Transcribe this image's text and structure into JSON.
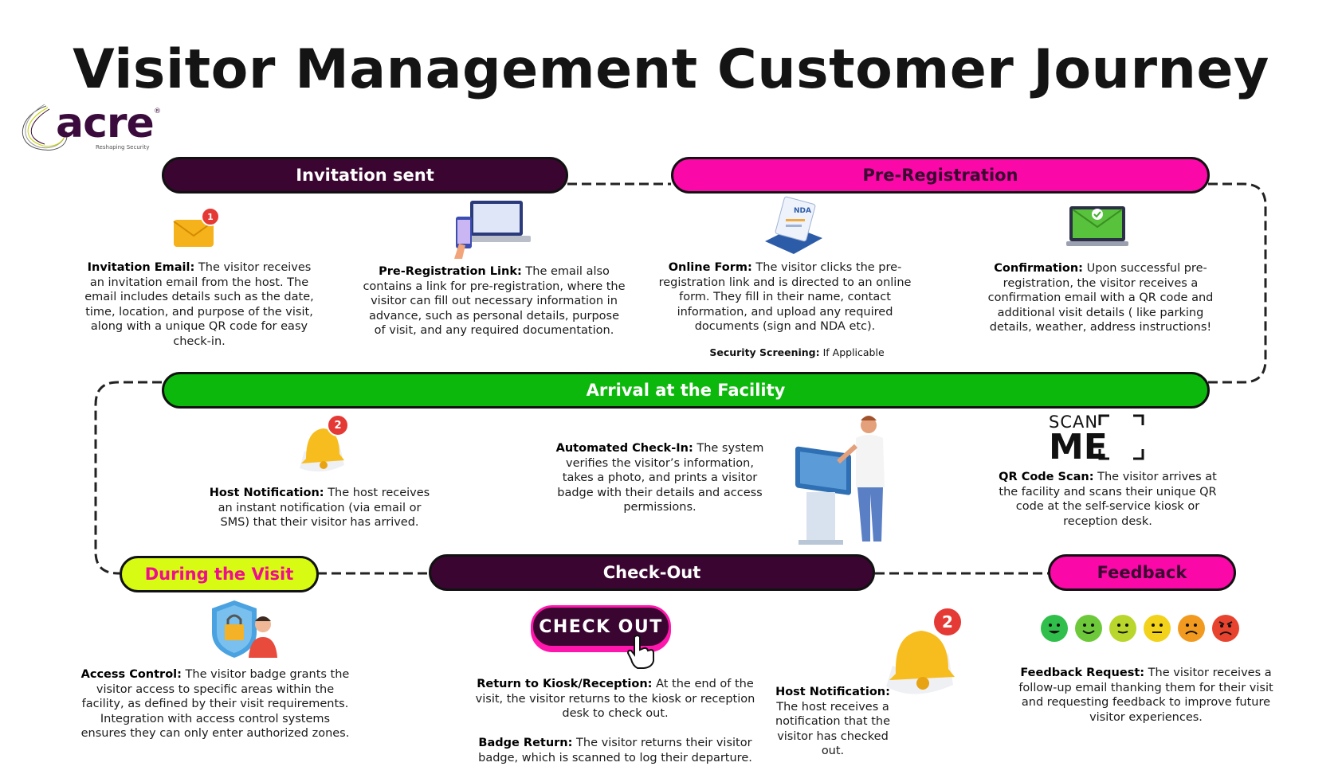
{
  "title": "Visitor Management Customer Journey",
  "logo": {
    "word": "acre",
    "tagline": "Reshaping Security",
    "reg": "®"
  },
  "stages": {
    "invitation": "Invitation sent",
    "preregistration": "Pre-Registration",
    "arrival": "Arrival at the Facility",
    "during": "During the Visit",
    "checkout": "Check-Out",
    "feedback": "Feedback"
  },
  "steps": {
    "invitation_email": {
      "label": "Invitation Email:",
      "text": " The visitor receives an invitation email from the host. The email includes details such as the date, time, location, and purpose of the visit, along with a unique QR code for easy check-in."
    },
    "prereg_link": {
      "label": "Pre-Registration Link:",
      "text": " The email also contains a link for pre-registration, where the visitor can fill out necessary information in advance, such as personal details, purpose of visit, and any required documentation."
    },
    "online_form": {
      "label": "Online Form:",
      "text": " The visitor clicks the pre-registration link and is directed to an online form. They fill in their name, contact information, and upload any required documents (sign and NDA etc)."
    },
    "security": {
      "label": "Security Screening:",
      "text": "  If Applicable"
    },
    "confirmation": {
      "label": "Confirmation:",
      "text": " Upon successful pre-registration, the visitor receives a confirmation email with a QR code and additional visit details ( like parking details, weather, address instructions!"
    },
    "host_notification_arrival": {
      "label": "Host Notification:",
      "text": " The host receives an instant notification (via email or SMS) that their visitor has arrived."
    },
    "auto_checkin": {
      "label": "Automated Check-In:",
      "text": " The system verifies the visitor’s information, takes a photo, and prints a visitor badge with their details and access permissions."
    },
    "qr_scan": {
      "label": "QR Code Scan:",
      "text": " The visitor arrives at the facility and scans their unique QR code at the self-service kiosk or reception desk."
    },
    "access_control": {
      "label": "Access Control:",
      "text": " The visitor badge grants the visitor access to specific areas within the facility, as defined by their visit requirements. Integration with access control systems ensures they can only enter authorized zones."
    },
    "return_kiosk": {
      "label": "Return to Kiosk/Reception:",
      "text": " At the end of the visit, the visitor returns to the kiosk or reception desk to check out."
    },
    "badge_return": {
      "label": "Badge Return:",
      "text": " The visitor returns their visitor badge, which is scanned to log their departure."
    },
    "host_notification_checkout": {
      "label": "Host Notification:",
      "text": " The host receives a notification that the visitor has checked out."
    },
    "feedback_request": {
      "label": "Feedback Request:",
      "text": " The visitor receives a follow-up email thanking them for their visit and requesting feedback to improve future visitor experiences."
    }
  },
  "checkout_button": "CHECK OUT",
  "scan_me": {
    "line1": "SCAN",
    "line2": "ME"
  },
  "badges": {
    "email": "1",
    "bell_arrival": "2",
    "bell_checkout": "2"
  },
  "colors": {
    "dark": "#3a0631",
    "pink": "#fb08a8",
    "green": "#0db80d",
    "lime": "#d7fb12"
  },
  "icons": [
    "email-icon",
    "laptop-phone-icon",
    "nda-form-icon",
    "confirmation-laptop-icon",
    "bell-icon",
    "kiosk-person-icon",
    "qr-scan-icon",
    "shield-lock-icon",
    "checkout-button-icon",
    "bell-icon",
    "feedback-faces-icon"
  ]
}
